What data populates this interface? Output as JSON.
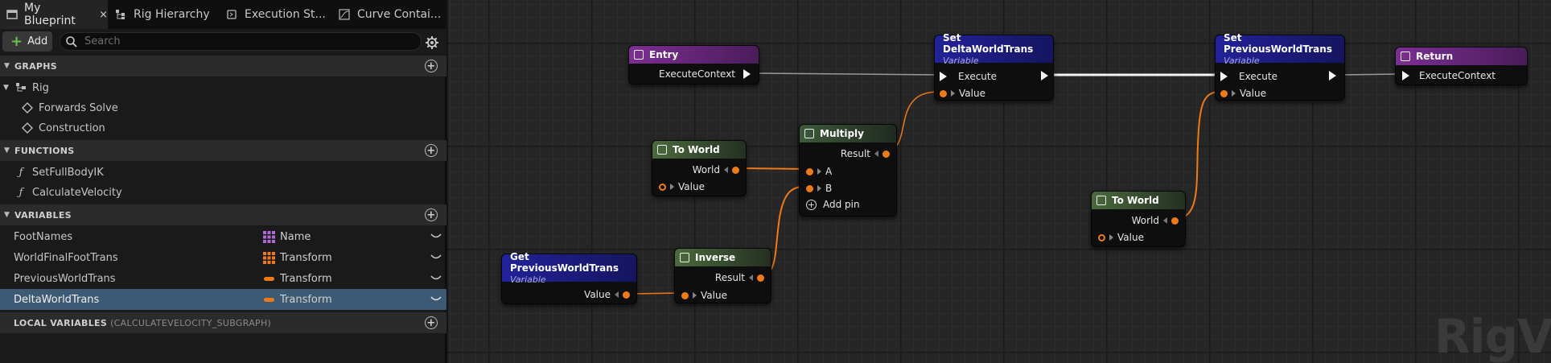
{
  "tabs": [
    {
      "label": "My Blueprint",
      "icon": "blueprint-icon",
      "active": true,
      "close": "×"
    },
    {
      "label": "Rig Hierarchy",
      "icon": "hierarchy-icon"
    },
    {
      "label": "Execution St...",
      "icon": "execution-stack-icon"
    },
    {
      "label": "Curve Contai...",
      "icon": "curve-icon"
    }
  ],
  "toolbar": {
    "add_label": "Add",
    "search_placeholder": "Search"
  },
  "sections": {
    "graphs": "GRAPHS",
    "functions": "FUNCTIONS",
    "variables": "VARIABLES",
    "local_variables": "LOCAL VARIABLES",
    "local_variables_sub": "(CALCULATEVELOCITY_SUBGRAPH)"
  },
  "graphs": [
    {
      "label": "Rig",
      "icon": "rig-graph-icon"
    },
    {
      "label": "Forwards Solve",
      "icon": "event-diamond-icon"
    },
    {
      "label": "Construction",
      "icon": "event-diamond-icon"
    }
  ],
  "functions": [
    {
      "label": "SetFullBodyIK",
      "icon": "function-icon"
    },
    {
      "label": "CalculateVelocity",
      "icon": "function-icon"
    }
  ],
  "variables": [
    {
      "name": "FootNames",
      "type": "Name",
      "type_icon": "array-grid-icon",
      "color": "#b06ad6"
    },
    {
      "name": "WorldFinalFootTrans",
      "type": "Transform",
      "type_icon": "array-grid-icon",
      "color": "#f07a16"
    },
    {
      "name": "PreviousWorldTrans",
      "type": "Transform",
      "type_icon": "single-pill-icon",
      "color": "#f07a16"
    },
    {
      "name": "DeltaWorldTrans",
      "type": "Transform",
      "type_icon": "single-pill-icon",
      "color": "#f07a16",
      "selected": true
    }
  ],
  "graph": {
    "watermark": "RigVM",
    "nodes": {
      "entry": {
        "title": "Entry",
        "pins": {
          "execute_context": "ExecuteContext"
        }
      },
      "to_world_1": {
        "title": "To World",
        "pins": {
          "world": "World",
          "value": "Value"
        }
      },
      "multiply": {
        "title": "Multiply",
        "pins": {
          "result": "Result",
          "a": "A",
          "b": "B",
          "add_pin": "Add pin"
        }
      },
      "set_delta": {
        "title": "Set DeltaWorldTrans",
        "subtitle": "Variable",
        "pins": {
          "execute": "Execute",
          "value": "Value"
        }
      },
      "get_previous": {
        "title": "Get PreviousWorldTrans",
        "subtitle": "Variable",
        "pins": {
          "value": "Value"
        }
      },
      "inverse": {
        "title": "Inverse",
        "pins": {
          "result": "Result",
          "value": "Value"
        }
      },
      "set_previous": {
        "title": "Set PreviousWorldTrans",
        "subtitle": "Variable",
        "pins": {
          "execute": "Execute",
          "value": "Value"
        }
      },
      "to_world_2": {
        "title": "To World",
        "pins": {
          "world": "World",
          "value": "Value"
        }
      },
      "return": {
        "title": "Return",
        "pins": {
          "execute_context": "ExecuteContext"
        }
      }
    }
  },
  "colors": {
    "transform_pin": "#f07a16",
    "selection": "#3d5a74",
    "entry_header": "#7c2e93",
    "variable_header": "#22229a",
    "function_header": "#4a6a3c"
  }
}
